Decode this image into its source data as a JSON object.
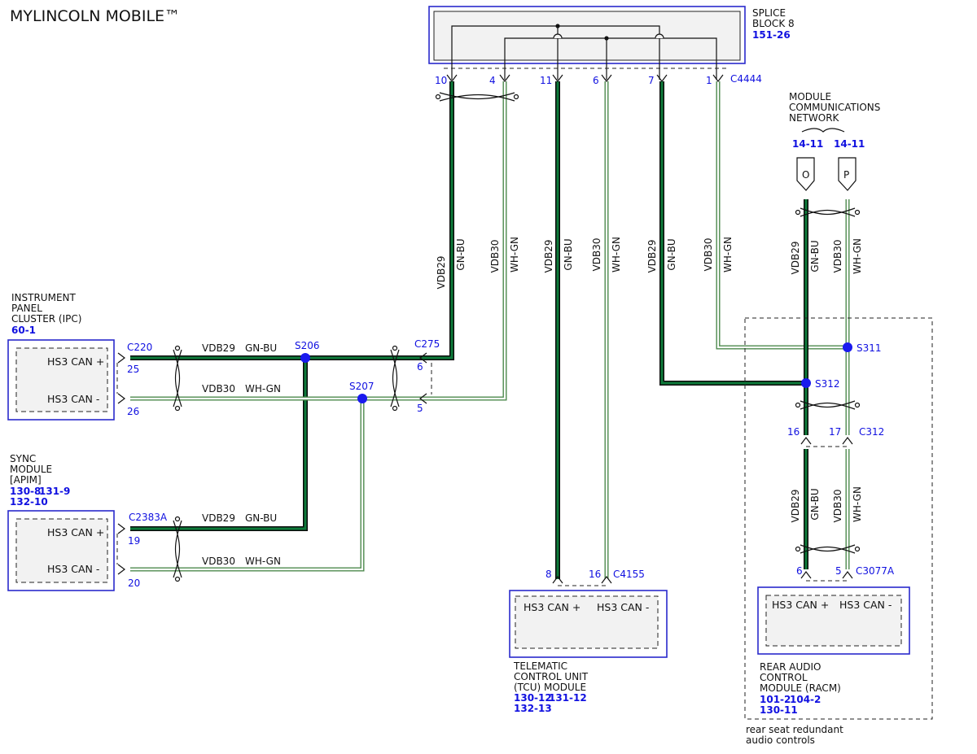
{
  "title": "MYLINCOLN MOBILE™",
  "splice_block": {
    "name_line1": "SPLICE",
    "name_line2": "BLOCK 8",
    "ref": "151-26",
    "connector": "C4444",
    "pins": [
      "10",
      "4",
      "11",
      "6",
      "7",
      "1"
    ]
  },
  "network": {
    "line1": "MODULE",
    "line2": "COMMUNICATIONS",
    "line3": "NETWORK",
    "ref_o": "14-11",
    "ref_p": "14-11",
    "tag_o": "O",
    "tag_p": "P"
  },
  "wires": {
    "vdb29": "VDB29",
    "vdb30": "VDB30",
    "gnbu": "GN-BU",
    "whgn": "WH-GN"
  },
  "colors": {
    "gn_bu": "#0d7a3a",
    "wh_gn": "#4d8a4d",
    "module_border": "#2a2acc",
    "splice_dot": "#1a1aee",
    "ref_text": "#1010e0"
  },
  "ipc": {
    "line1": "INSTRUMENT",
    "line2": "PANEL",
    "line3": "CLUSTER (IPC)",
    "ref": "60-1",
    "can_plus": "HS3 CAN +",
    "can_minus": "HS3 CAN -",
    "connector": "C220",
    "pin_plus": "25",
    "pin_minus": "26"
  },
  "sync": {
    "line1": "SYNC",
    "line2": "MODULE",
    "line3": "[APIM]",
    "ref1": "130-8",
    "ref2": "131-9",
    "ref3": "132-10",
    "can_plus": "HS3 CAN +",
    "can_minus": "HS3 CAN -",
    "connector": "C2383A",
    "pin_plus": "19",
    "pin_minus": "20"
  },
  "splices": {
    "s206": "S206",
    "s207": "S207",
    "s311": "S311",
    "s312": "S312"
  },
  "c275": {
    "name": "C275",
    "pin_top": "6",
    "pin_bottom": "5"
  },
  "tcu": {
    "line1": "TELEMATIC",
    "line2": "CONTROL UNIT",
    "line3": "(TCU) MODULE",
    "ref1": "130-12",
    "ref2": "131-12",
    "ref3": "132-13",
    "can_plus": "HS3 CAN +",
    "can_minus": "HS3 CAN -",
    "connector": "C4155",
    "pin_plus": "8",
    "pin_minus": "16"
  },
  "c312": {
    "name": "C312",
    "pin_left": "16",
    "pin_right": "17"
  },
  "racm": {
    "line1": "REAR AUDIO",
    "line2": "CONTROL",
    "line3": "MODULE (RACM)",
    "ref1": "101-2",
    "ref2": "104-2",
    "ref3": "130-11",
    "can_plus": "HS3 CAN +",
    "can_minus": "HS3 CAN -",
    "connector": "C3077A",
    "pin_plus": "6",
    "pin_minus": "5",
    "note1": "rear seat redundant",
    "note2": "audio controls"
  }
}
